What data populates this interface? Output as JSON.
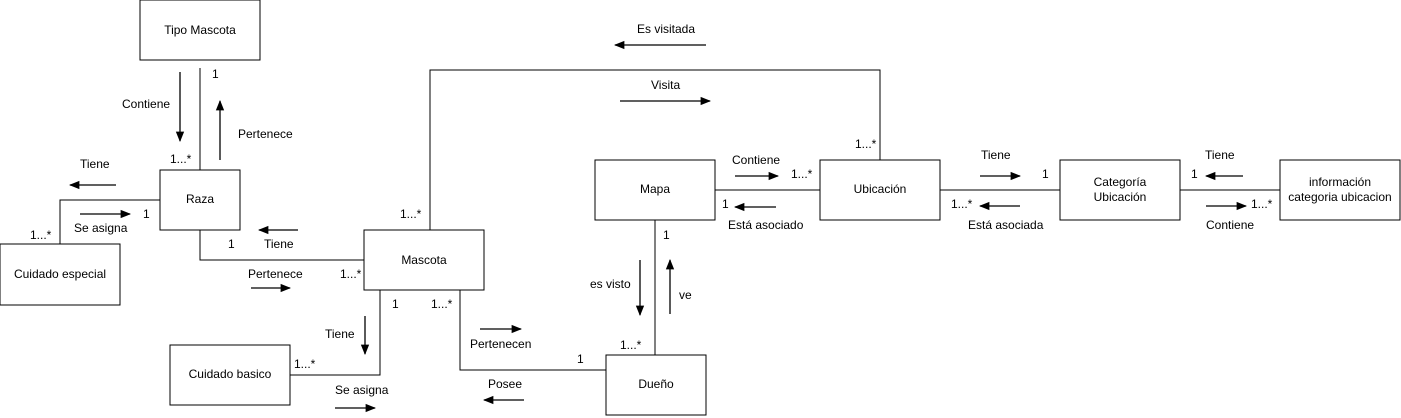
{
  "entities": {
    "tipo_mascota": "Tipo Mascota",
    "raza": "Raza",
    "cuidado_especial": "Cuidado especial",
    "mascota": "Mascota",
    "cuidado_basico": "Cuidado basico",
    "mapa": "Mapa",
    "ubicacion": "Ubicación",
    "dueno": "Dueño",
    "categoria_line1": "Categoría",
    "categoria_line2": "Ubicación",
    "informacion_line1": "información",
    "informacion_line2": "categoria ubicacion"
  },
  "relationships": {
    "contiene_tipo": "Contiene",
    "pertenece_raza_tipo": "Pertenece",
    "tiene_raza_cuidado": "Tiene",
    "se_asigna_especial": "Se asigna",
    "tiene_mascota_raza": "Tiene",
    "pertenece_mascota_raza": "Pertenece",
    "tiene_cuidado_basico": "Tiene",
    "se_asigna_basico": "Se asigna",
    "pertenecen": "Pertenecen",
    "posee": "Posee",
    "es_visitada": "Es visitada",
    "visita": "Visita",
    "contiene_mapa": "Contiene",
    "esta_asociado": "Está asociado",
    "es_visto": "es visto",
    "ve": "ve",
    "tiene_categoria": "Tiene",
    "esta_asociada": "Está asociada",
    "tiene_info": "Tiene",
    "contiene_info": "Contiene"
  },
  "multiplicities": {
    "tipo_one": "1",
    "raza_many_tipo": "1...*",
    "raza_one_especial": "1",
    "especial_many": "1...*",
    "raza_one_mascota": "1",
    "mascota_many_raza": "1...*",
    "mascota_many_visita": "1...*",
    "ubicacion_many_visita": "1...*",
    "mascota_one_basico": "1",
    "basico_many": "1...*",
    "mascota_many_dueno": "1...*",
    "dueno_one_mascota": "1",
    "mapa_one_dueno": "1",
    "dueno_many_mapa": "1...*",
    "mapa_one_ubicacion": "1",
    "ubicacion_many_mapa": "1...*",
    "ubicacion_many_categoria": "1...*",
    "categoria_one_ubicacion": "1",
    "categoria_one_info": "1",
    "info_many": "1...*"
  }
}
